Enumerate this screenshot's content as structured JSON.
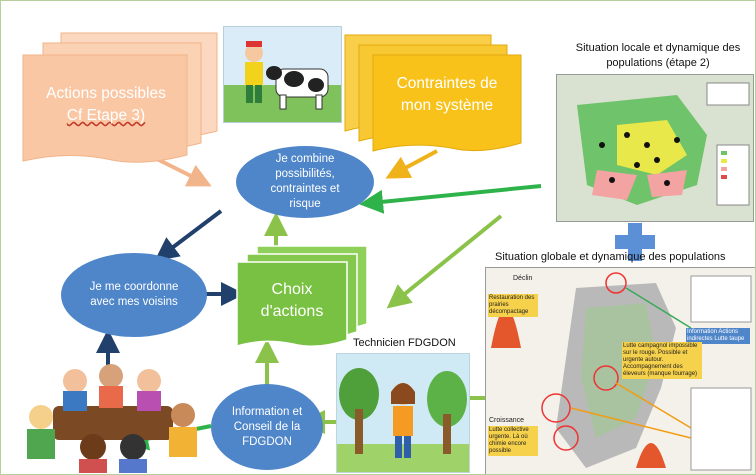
{
  "cards": {
    "actions": {
      "line1": "Actions possibles",
      "line2": "Cf Etape 3)"
    },
    "contraintes": {
      "line1": "Contraintes de",
      "line2": "mon système"
    },
    "choix": {
      "line1": "Choix",
      "line2": "d'actions"
    }
  },
  "ellipses": {
    "combine": "Je combine possibilités, contraintes et risque",
    "coordonne": "Je me coordonne avec mes voisins",
    "information": "Information et Conseil de la FDGDON"
  },
  "captions": {
    "locale": "Situation locale et dynamique des populations (étape 2)",
    "globale": "Situation globale et dynamique des populations",
    "technicien": "Technicien FDGDON"
  },
  "map_global": {
    "declin": "Déclin",
    "croissance": "Croissance",
    "restauration": "Restauration des prairies décompactage",
    "lutte_campagnol": "Lutte campagnol impossible sur le rouge. Possible et urgente autour. Accompagnement des éleveurs (manque fourrage)",
    "info_actions": "Information Actions indirectes Lutte taupe",
    "lutte_collective": "Lutte collective urgente. Là où chimie encore possible"
  },
  "colors": {
    "card_orange": "#f9c7a4",
    "card_yellow": "#f8c21b",
    "card_green": "#79c142",
    "ellipse_blue": "#4f86c9",
    "arrow_green": "#2db34a",
    "arrow_navy": "#21406b",
    "arrow_light_green": "#8bc34a",
    "arrow_peach": "#f2b48a",
    "arrow_gold": "#f0b21a",
    "cross_blue": "#5b8fd6"
  }
}
